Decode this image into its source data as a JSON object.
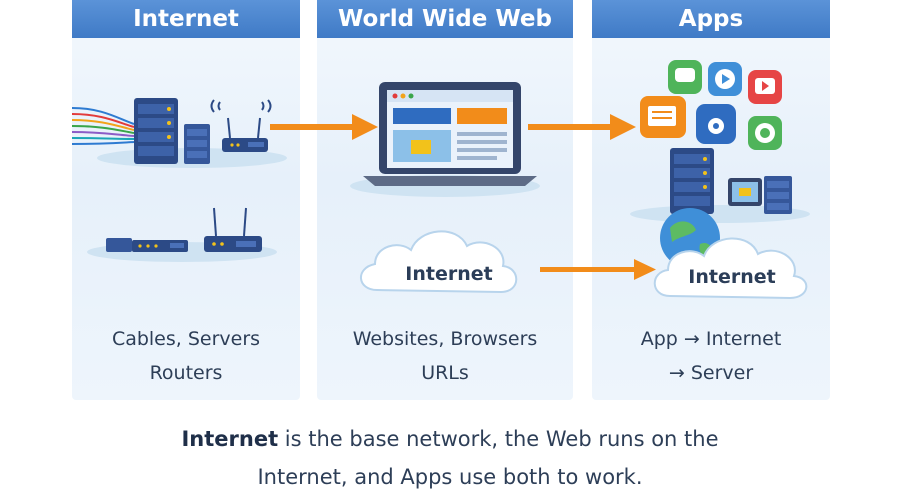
{
  "panels": [
    {
      "title": "Internet",
      "caption_line1": "Cables, Servers",
      "caption_line2": "Routers"
    },
    {
      "title": "World Wide Web",
      "caption_line1": "Websites, Browsers",
      "caption_line2": "URLs",
      "cloud_label": "Internet"
    },
    {
      "title": "Apps",
      "caption_line1": "App → Internet",
      "caption_line2": "→ Server",
      "cloud_label": "Internet"
    }
  ],
  "footer": {
    "bold": "Internet",
    "rest_line1": " is the base network, the Web runs on the",
    "line2": "Internet, and Apps use both to work."
  },
  "colors": {
    "header_blue": "#4a86cf",
    "arrow_orange": "#f28c1a",
    "server_navy": "#2c4a86",
    "text_dark": "#2d3e57"
  },
  "icons": [
    "server-icon",
    "router-icon",
    "wifi-icon",
    "laptop-icon",
    "cloud-icon",
    "chat-icon",
    "video-icon",
    "music-icon",
    "phone-icon",
    "cart-icon",
    "globe-icon"
  ]
}
